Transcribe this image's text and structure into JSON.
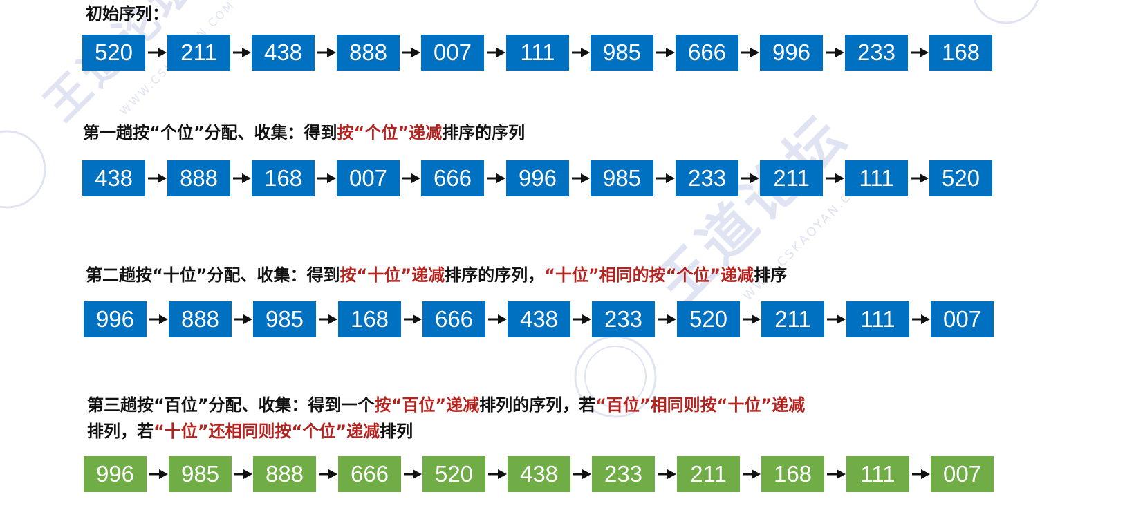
{
  "colors": {
    "blue_box": "#0070c0",
    "green_box": "#70ad47",
    "highlight_text": "#b3231f",
    "arrow": "#111111",
    "watermark": "#c7cde6"
  },
  "steps": [
    {
      "caption_lines": [
        [
          {
            "text": "初始序列：",
            "hl": false
          }
        ]
      ],
      "color": "blue",
      "values": [
        "520",
        "211",
        "438",
        "888",
        "007",
        "111",
        "985",
        "666",
        "996",
        "233",
        "168"
      ]
    },
    {
      "caption_lines": [
        [
          {
            "text": "第一趟按“个位”分配、收集：得到",
            "hl": false
          },
          {
            "text": "按“个位”递减",
            "hl": true
          },
          {
            "text": "排序的序列",
            "hl": false
          }
        ]
      ],
      "color": "blue",
      "values": [
        "438",
        "888",
        "168",
        "007",
        "666",
        "996",
        "985",
        "233",
        "211",
        "111",
        "520"
      ]
    },
    {
      "caption_lines": [
        [
          {
            "text": "第二趟按“十位”分配、收集：得到",
            "hl": false
          },
          {
            "text": "按“十位”递减",
            "hl": true
          },
          {
            "text": "排序的序列，",
            "hl": false
          },
          {
            "text": "“十位”相同的按“个位”递减",
            "hl": true
          },
          {
            "text": "排序",
            "hl": false
          }
        ]
      ],
      "color": "blue",
      "values": [
        "996",
        "888",
        "985",
        "168",
        "666",
        "438",
        "233",
        "520",
        "211",
        "111",
        "007"
      ]
    },
    {
      "caption_lines": [
        [
          {
            "text": "第三趟按“百位”分配、收集：得到一个",
            "hl": false
          },
          {
            "text": "按“百位”递减",
            "hl": true
          },
          {
            "text": "排列的序列，若",
            "hl": false
          },
          {
            "text": "“百位”相同则按“十位”递减",
            "hl": true
          }
        ],
        [
          {
            "text": "排列，若",
            "hl": false
          },
          {
            "text": "“十位”还相同则按“个位”递减",
            "hl": true
          },
          {
            "text": "排列",
            "hl": false
          }
        ]
      ],
      "color": "green",
      "values": [
        "996",
        "985",
        "888",
        "666",
        "520",
        "438",
        "233",
        "211",
        "168",
        "111",
        "007"
      ]
    }
  ],
  "watermark": {
    "brand": "王道论坛",
    "site": "WWW.CSKAOYAN.COM"
  }
}
